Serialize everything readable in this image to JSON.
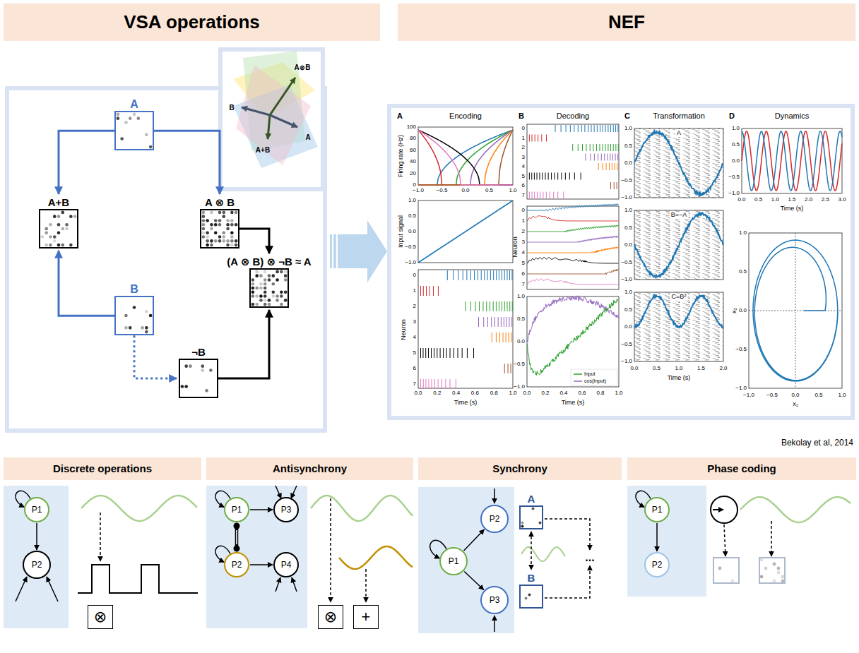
{
  "diagram": {
    "nodes": [
      {
        "text": [
          "VSA operations"
        ]
      },
      {
        "text": [
          "NEF"
        ]
      },
      {
        "text": [
          "A"
        ]
      },
      {
        "text": [
          "A+B"
        ]
      },
      {
        "text": [
          "A ⊗ B"
        ]
      },
      {
        "text": [
          "(A ⊗ B) ⊗ ¬B ≈ A"
        ]
      },
      {
        "text": [
          "B"
        ]
      },
      {
        "text": [
          "¬B"
        ]
      },
      {
        "text": [
          "Discrete operations"
        ]
      },
      {
        "text": [
          "P1"
        ]
      },
      {
        "text": [
          "P2"
        ]
      },
      {
        "text": [
          "⊗"
        ]
      },
      {
        "text": [
          "Antisynchrony"
        ]
      },
      {
        "text": [
          "P1"
        ]
      },
      {
        "text": [
          "P3"
        ]
      },
      {
        "text": [
          "P2"
        ]
      },
      {
        "text": [
          "P4"
        ]
      },
      {
        "text": [
          "⊗"
        ]
      },
      {
        "text": [
          "+"
        ]
      },
      {
        "text": [
          "Synchrony"
        ]
      },
      {
        "text": [
          "P2"
        ]
      },
      {
        "text": [
          "P1"
        ]
      },
      {
        "text": [
          "P3"
        ]
      },
      {
        "text": [
          "A"
        ]
      },
      {
        "text": [
          "B"
        ]
      },
      {
        "text": [
          "Phase coding"
        ]
      },
      {
        "text": [
          "P1"
        ]
      },
      {
        "text": [
          "P2"
        ]
      }
    ],
    "edges": [
      {
        "from": 2,
        "to": 3,
        "arrow": "to"
      },
      {
        "from": 2,
        "to": 4,
        "arrow": "to"
      },
      {
        "from": 6,
        "to": 3,
        "arrow": "to"
      },
      {
        "from": 6,
        "to": 7,
        "arrow": "to"
      },
      {
        "from": 4,
        "to": 5,
        "arrow": "to"
      },
      {
        "from": 7,
        "to": 5,
        "arrow": "to"
      },
      {
        "from": 9,
        "to": 10,
        "arrow": "to"
      },
      {
        "from": 13,
        "to": 15,
        "arrow": "both"
      },
      {
        "from": 13,
        "to": 14,
        "arrow": "to"
      },
      {
        "from": 15,
        "to": 16,
        "arrow": "to"
      },
      {
        "from": 21,
        "to": 20,
        "arrow": "to"
      },
      {
        "from": 21,
        "to": 22,
        "arrow": "to"
      },
      {
        "from": 23,
        "to": 24,
        "arrow": "both"
      },
      {
        "from": 26,
        "to": 27,
        "arrow": "to"
      }
    ],
    "labels": [
      "B",
      "A⊗B",
      "A+B",
      "A",
      "A",
      "Encoding",
      "B",
      "Decoding",
      "C",
      "Transformation",
      "D",
      "Dynamics",
      "100",
      "80",
      "60",
      "40",
      "20",
      "0",
      "−1.0",
      "−0.5",
      "0.0",
      "0.5",
      "1.0",
      "Firing rate (Hz)",
      "1.0",
      "0.5",
      "0.0",
      "−0.5",
      "−1.0",
      "Input signal",
      "0",
      "1",
      "2",
      "3",
      "4",
      "5",
      "6",
      "7",
      "Neuron",
      "0.0",
      "0.2",
      "0.4",
      "0.6",
      "0.8",
      "1.0",
      "Time (s)",
      "0",
      "1",
      "2",
      "3",
      "4",
      "5",
      "6",
      "7",
      "0",
      "1",
      "2",
      "3",
      "4",
      "5",
      "6",
      "7",
      "Neuron",
      "1.0",
      "0.5",
      "0.0",
      "−0.5",
      "−1.0",
      "0.0",
      "0.2",
      "0.4",
      "0.6",
      "0.8",
      "1.0",
      "Time (s)",
      "A",
      "1.0",
      "0.5",
      "0.0",
      "−0.5",
      "−1.0",
      "B=−A",
      "1.0",
      "0.5",
      "0.0",
      "−0.5",
      "−1.0",
      "C=B²",
      "1.0",
      "0.5",
      "0.0",
      "−0.5",
      "−1.0",
      "0.0",
      "0.5",
      "1.0",
      "1.5",
      "2.0",
      "Time (s)",
      "1.0",
      "0.5",
      "0.0",
      "−0.5",
      "−1.0",
      "0.0",
      "0.5",
      "1.0",
      "1.5",
      "2.0",
      "2.5",
      "3.0",
      "Time (s)",
      "1.0",
      "0.5",
      "0.0",
      "−0.5",
      "−1.0",
      "x₂",
      "−1.0",
      "−0.5",
      "0.0",
      "0.5",
      "1.0",
      "x₁",
      "Bekolay et al, 2014",
      "..."
    ],
    "legend": [
      {
        "text": "Input"
      },
      {
        "text": "cos(Input)"
      }
    ]
  }
}
